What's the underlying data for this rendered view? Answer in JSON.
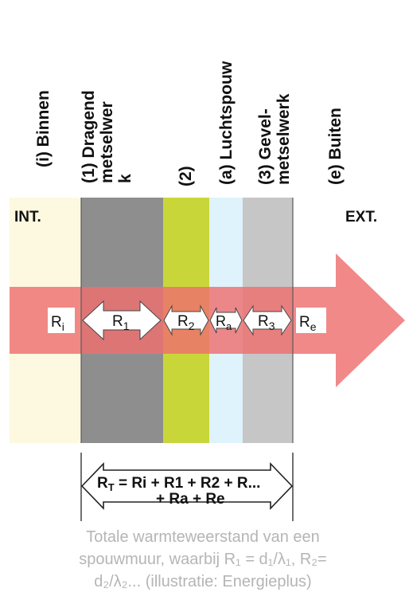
{
  "labels": {
    "binnen": "(i) Binnen",
    "dragend_line1": "(1) Dragend",
    "dragend_line2": "metselwer",
    "dragend_line3": "k",
    "layer2": "(2)",
    "luchtspouw": "(a) Luchtspouw",
    "gevel_line1": "(3) Gevel-",
    "gevel_line2": "metselwerk",
    "buiten": "(e) Buiten"
  },
  "sides": {
    "interior": "INT.",
    "exterior": "EXT."
  },
  "resistances": {
    "ri": {
      "base": "R",
      "sub": "i"
    },
    "r1": {
      "base": "R",
      "sub": "1"
    },
    "r2": {
      "base": "R",
      "sub": "2"
    },
    "ra": {
      "base": "R",
      "sub": "a"
    },
    "r3": {
      "base": "R",
      "sub": "3"
    },
    "re": {
      "base": "R",
      "sub": "e"
    }
  },
  "formula": {
    "line1": {
      "rt_base": "R",
      "rt_sub": "T",
      "rest": " = Ri + R1 + R2 + R..."
    },
    "line2": "+ Ra + Re"
  },
  "caption": {
    "line1": "Totale warmteweerstand van een",
    "line2": "spouwmuur, waarbij R₁ = d₁/λ₁, R₂=",
    "line3": "d₂/λ₂... (illustratie: Energieplus)"
  },
  "colors": {
    "interior": "#fdf9e0",
    "dragend": "#8e8e8e",
    "layer2": "#c9d63a",
    "luchtspouw": "#def3fb",
    "gevel": "#c6c6c6",
    "arrow": "#ee6f6f",
    "label_box": "#ffffff"
  }
}
